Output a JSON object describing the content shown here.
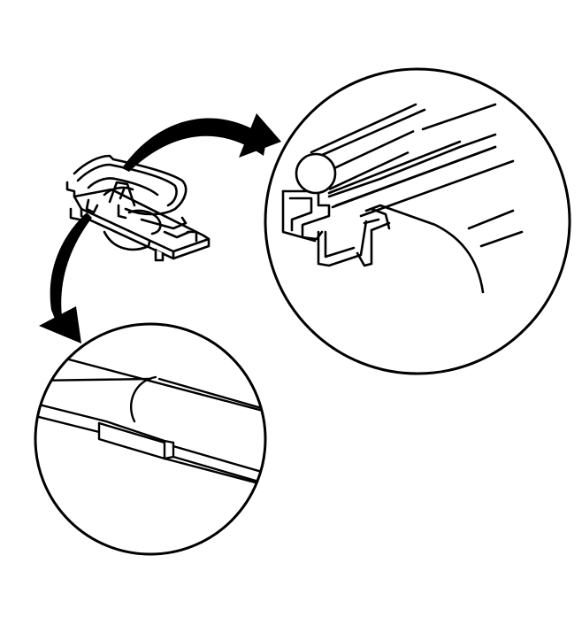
{
  "diagram": {
    "ink_color": "#000000",
    "paper_color": "#ffffff",
    "parts": [
      {
        "name": "assembled-component",
        "icon": "clip-bracket-icon"
      },
      {
        "name": "detail-view-top-right",
        "icon": "magnifier-circle-icon"
      },
      {
        "name": "detail-view-bottom-left",
        "icon": "magnifier-circle-icon"
      },
      {
        "name": "arrow-to-top-detail",
        "icon": "curved-arrow-icon"
      },
      {
        "name": "arrow-to-bottom-detail",
        "icon": "curved-arrow-icon"
      }
    ]
  }
}
